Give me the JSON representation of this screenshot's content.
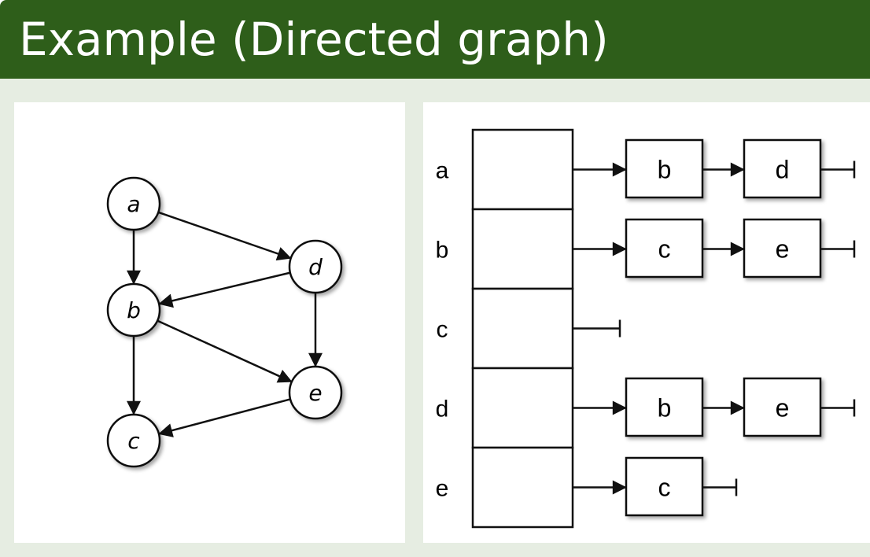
{
  "slide": {
    "title": "Example (Directed graph)",
    "colors": {
      "title_bar": "#2e5e1a",
      "block_background": "#e6ede2",
      "panel": "#ffffff"
    }
  },
  "graph": {
    "nodes": [
      "a",
      "b",
      "c",
      "d",
      "e"
    ],
    "edges": [
      [
        "a",
        "b"
      ],
      [
        "a",
        "d"
      ],
      [
        "d",
        "b"
      ],
      [
        "d",
        "e"
      ],
      [
        "b",
        "c"
      ],
      [
        "b",
        "e"
      ],
      [
        "e",
        "c"
      ]
    ]
  },
  "adjacency_list": {
    "rows": [
      {
        "vertex": "a",
        "neighbors": [
          "b",
          "d"
        ]
      },
      {
        "vertex": "b",
        "neighbors": [
          "c",
          "e"
        ]
      },
      {
        "vertex": "c",
        "neighbors": []
      },
      {
        "vertex": "d",
        "neighbors": [
          "b",
          "e"
        ]
      },
      {
        "vertex": "e",
        "neighbors": [
          "c"
        ]
      }
    ]
  }
}
